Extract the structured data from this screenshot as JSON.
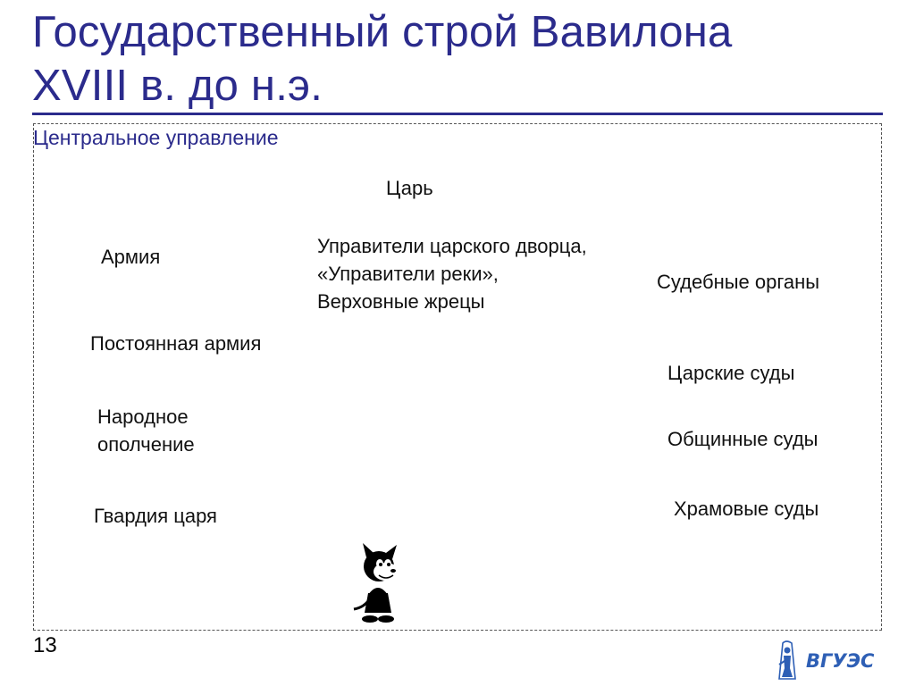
{
  "slide": {
    "title_line1": "Государственный строй Вавилона",
    "title_line2": "XVIII  в. до н.э.",
    "subtitle": "Центральное управление",
    "number": "13"
  },
  "diagram": {
    "king": "Царь",
    "officials": [
      "Управители царского дворца,",
      "«Управители реки»,",
      "Верховные жрецы"
    ],
    "army": {
      "label": "Армия",
      "standing": "Постоянная армия",
      "militia": [
        "Народное",
        "ополчение"
      ],
      "guard": "Гвардия царя"
    },
    "courts": {
      "label": "Судебные органы",
      "royal": "Царские суды",
      "community": "Общинные суды",
      "temple": "Храмовые суды"
    }
  },
  "logo": {
    "text": "ВГУЭС",
    "color": "#2e5fb5"
  },
  "colors": {
    "title": "#2b2b8c",
    "text": "#111111",
    "logo": "#2e5fb5"
  },
  "icons": {
    "mascot": "cartoon-cat-icon",
    "logo": "university-logo-icon"
  }
}
